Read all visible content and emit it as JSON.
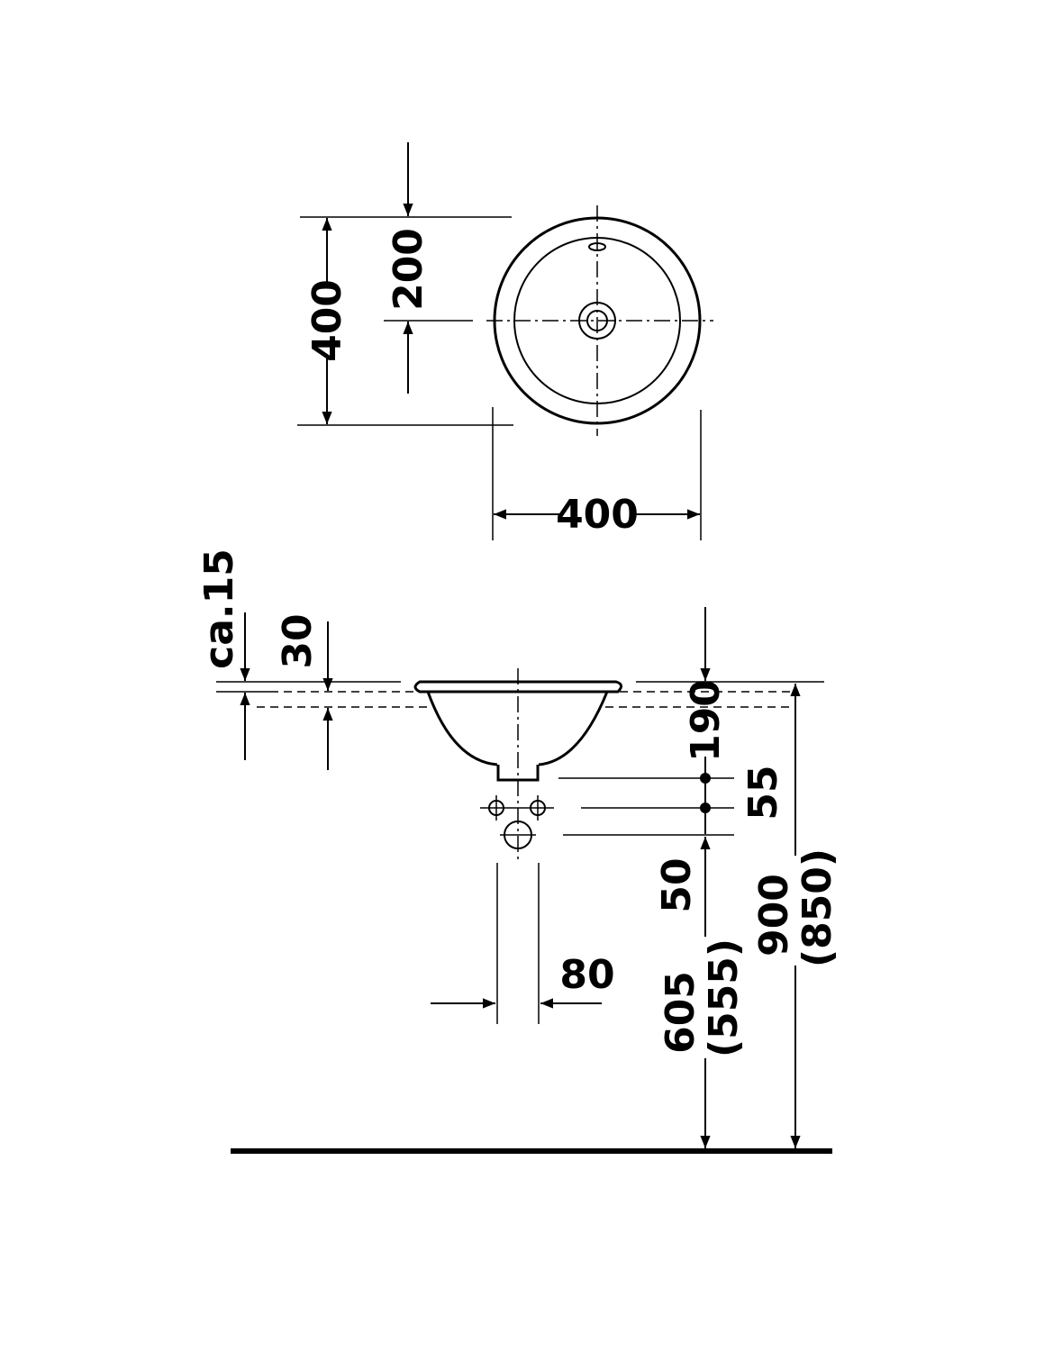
{
  "drawing": {
    "top_view": {
      "height_label": "400",
      "center_label": "200",
      "width_label": "400"
    },
    "side_view": {
      "overflow_label": "ca.15",
      "rim_label": "30",
      "depth_label": "190",
      "outlet_spacing_label": "55",
      "outlet_gap_label": "50",
      "outlet_width_label": "80",
      "outlet_height_label": "605",
      "outlet_height_alt_label": "(555)",
      "total_height_label": "900",
      "total_height_alt_label": "(850)"
    }
  }
}
